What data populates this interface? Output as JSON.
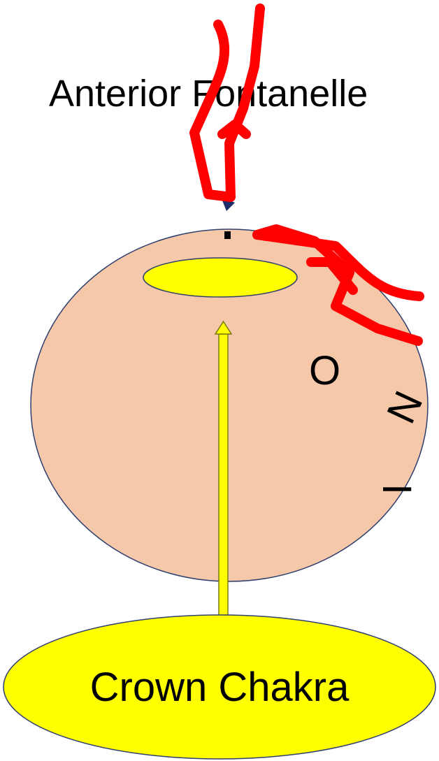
{
  "title": "Anterior Fontanelle",
  "crown_label": "Crown Chakra",
  "side_letters": [
    "O",
    "N",
    "I"
  ],
  "colors": {
    "background": "#ffffff",
    "head_fill": "#f5c8aa",
    "head_stroke": "#2e3f6e",
    "chakra_fill": "#ffff00",
    "arrow_stroke": "#7a7a10",
    "pointer": "#1f2d6b",
    "scribble": "#ff0000",
    "text": "#000000"
  }
}
